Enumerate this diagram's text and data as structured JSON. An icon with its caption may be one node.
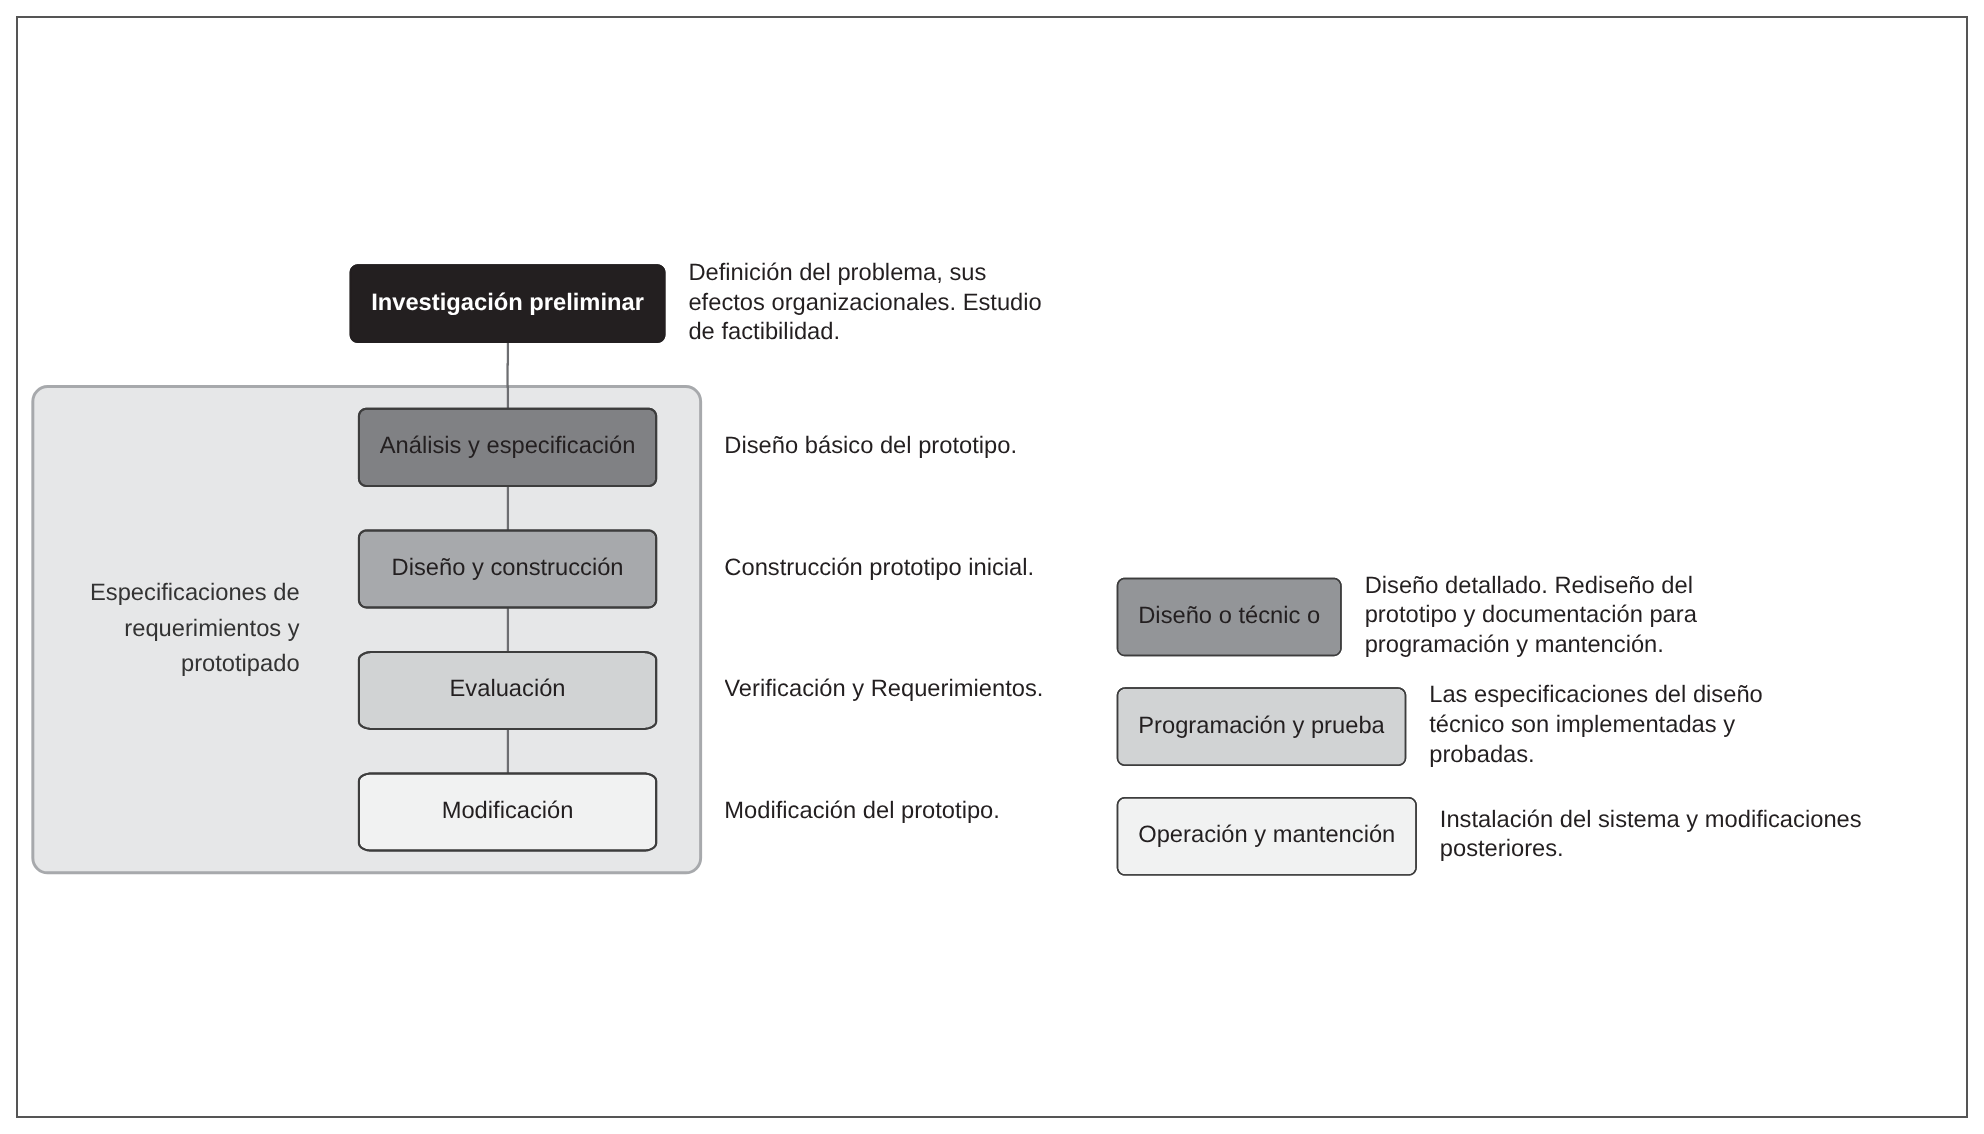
{
  "diagram": {
    "nodes": [
      {
        "text": [
          "Investigación preliminar"
        ],
        "beside": [
          "Definición del problema, sus efectos organizacionales. Estudio de factibilidad."
        ]
      },
      {
        "text": [
          "Especificaciones de requerimientos y prototipado"
        ]
      },
      {
        "text": [
          "Análisis y especificación"
        ],
        "in": 1,
        "beside": [
          "Diseño básico del prototipo."
        ]
      },
      {
        "text": [
          "Diseño y construcción"
        ],
        "in": 1,
        "beside": [
          "Construcción prototipo inicial."
        ]
      },
      {
        "text": [
          "Evaluación"
        ],
        "in": 1,
        "beside": [
          "Verificación y Requerimientos."
        ]
      },
      {
        "text": [
          "Modificación"
        ],
        "in": 1,
        "beside": [
          "Modificación del prototipo."
        ]
      },
      {
        "text": [
          "Diseño o técnic o"
        ],
        "beside": [
          "Diseño detallado. Rediseño del prototipo y documentación para programación y mantención."
        ]
      },
      {
        "text": [
          "Programación y prueba"
        ],
        "beside": [
          "Las especificaciones del diseño técnico son implementadas y probadas."
        ]
      },
      {
        "text": [
          "Operación y mantención"
        ],
        "beside": [
          "Instalación del sistema y modificaciones posteriores."
        ]
      }
    ],
    "edges": [
      {
        "from": 0,
        "to": 2,
        "arrow": "none"
      },
      {
        "from": 2,
        "to": 3,
        "arrow": "none"
      },
      {
        "from": 3,
        "to": 4,
        "arrow": "none"
      },
      {
        "from": 4,
        "to": 5,
        "arrow": "none"
      }
    ]
  }
}
